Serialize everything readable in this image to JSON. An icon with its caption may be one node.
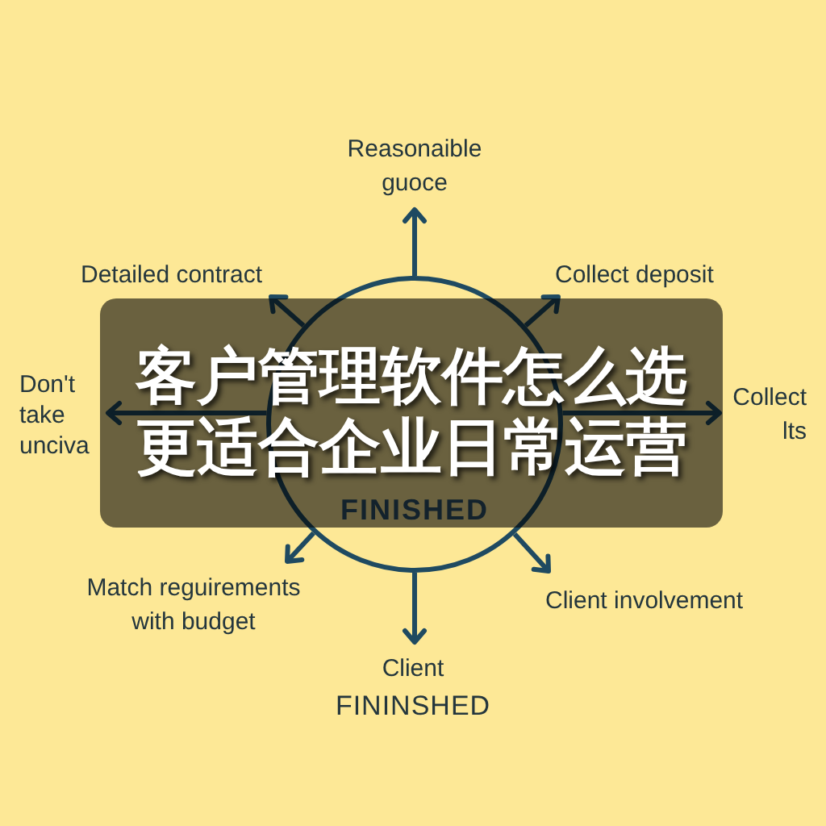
{
  "diagram": {
    "title": "客户管理软件怎么选更适合企业日常运营",
    "nodes": [
      {
        "text": [
          "Reasonaible guoce"
        ]
      },
      {
        "text": [
          "Detailed contract"
        ]
      },
      {
        "text": [
          "Collect deposit"
        ]
      },
      {
        "text": [
          "Don't take unciva"
        ]
      },
      {
        "text": [
          "FINISHED"
        ]
      },
      {
        "text": [
          "Collect lts"
        ]
      },
      {
        "text": [
          "Match reguirements with budget"
        ]
      },
      {
        "text": [
          "Client involvement"
        ]
      },
      {
        "text": [
          "Client",
          "FININSHED"
        ]
      }
    ],
    "edges": [
      {
        "from": 4,
        "to": 0,
        "arrow": "to"
      },
      {
        "from": 4,
        "to": 1,
        "arrow": "to"
      },
      {
        "from": 4,
        "to": 2,
        "arrow": "to"
      },
      {
        "from": 4,
        "to": 3,
        "arrow": "to"
      },
      {
        "from": 4,
        "to": 5,
        "arrow": "to"
      },
      {
        "from": 4,
        "to": 6,
        "arrow": "to"
      },
      {
        "from": 4,
        "to": 7,
        "arrow": "to"
      },
      {
        "from": 4,
        "to": 8,
        "arrow": "to"
      }
    ]
  }
}
